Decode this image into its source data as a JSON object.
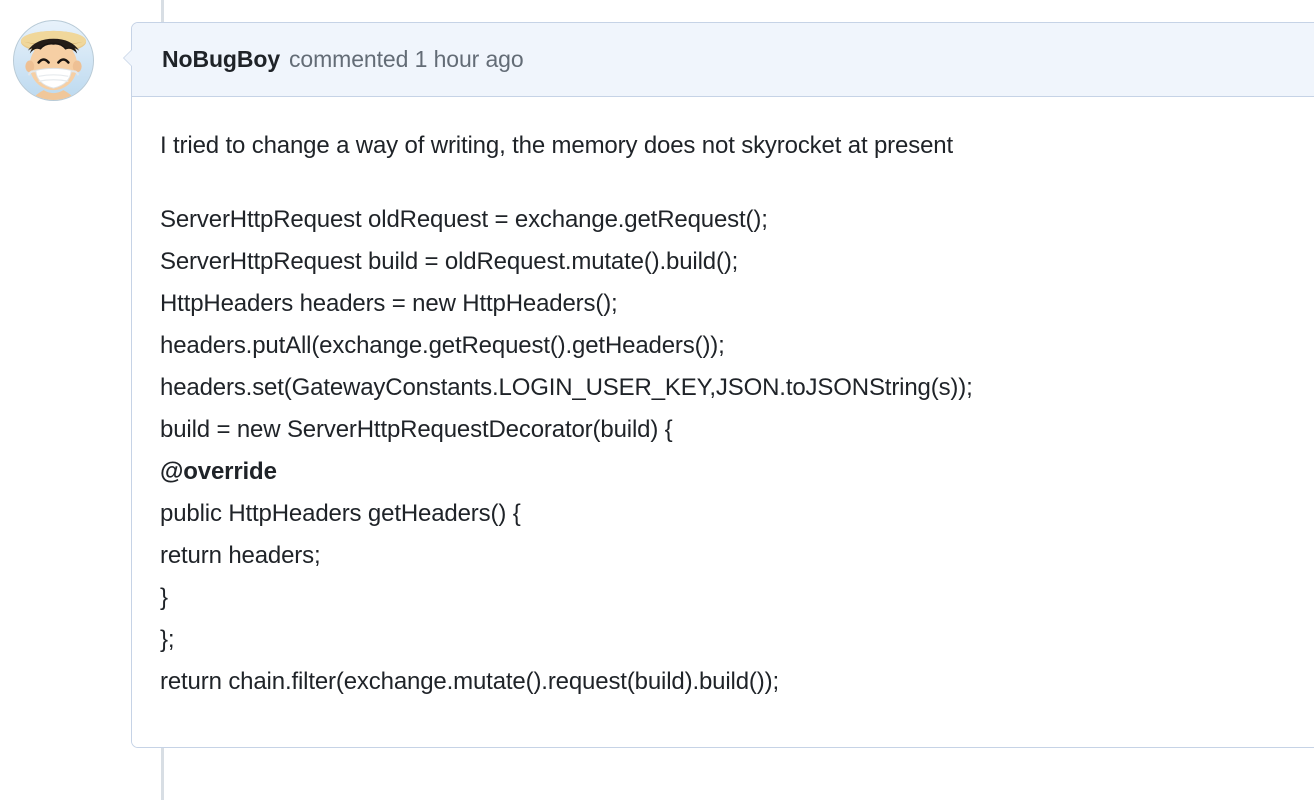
{
  "thread": {
    "line_color": "#d8dee4"
  },
  "comment": {
    "avatar_alt": "NoBugBoy avatar",
    "author": "NoBugBoy",
    "meta": "commented 1 hour ago",
    "header_bg": "#f0f5fc",
    "border_color": "#c6d3e6",
    "author_color": "#1f2328",
    "meta_color": "#636c76",
    "body_lines": [
      {
        "text": "I tried to change a way of writing, the memory does not skyrocket at present",
        "bold": false
      },
      {
        "text": "",
        "bold": false
      },
      {
        "text": "ServerHttpRequest oldRequest = exchange.getRequest();",
        "bold": false
      },
      {
        "text": "ServerHttpRequest build = oldRequest.mutate().build();",
        "bold": false
      },
      {
        "text": "HttpHeaders headers = new HttpHeaders();",
        "bold": false
      },
      {
        "text": "headers.putAll(exchange.getRequest().getHeaders());",
        "bold": false
      },
      {
        "text": "headers.set(GatewayConstants.LOGIN_USER_KEY,JSON.toJSONString(s));",
        "bold": false
      },
      {
        "text": "build = new ServerHttpRequestDecorator(build) {",
        "bold": false
      },
      {
        "text": "@override",
        "bold": true
      },
      {
        "text": "public HttpHeaders getHeaders() {",
        "bold": false
      },
      {
        "text": "return headers;",
        "bold": false
      },
      {
        "text": "}",
        "bold": false
      },
      {
        "text": "};",
        "bold": false
      },
      {
        "text": "return chain.filter(exchange.mutate().request(build).build());",
        "bold": false
      }
    ]
  }
}
